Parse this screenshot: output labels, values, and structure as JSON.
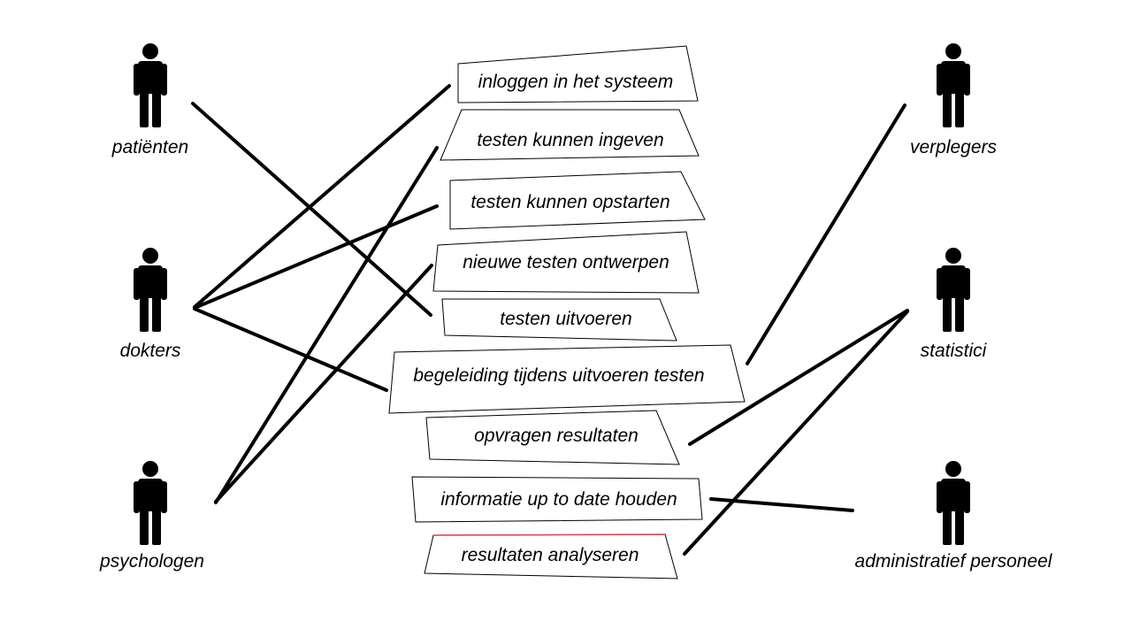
{
  "actors": [
    {
      "id": "patienten",
      "label": "patiënten"
    },
    {
      "id": "dokters",
      "label": "dokters"
    },
    {
      "id": "psychologen",
      "label": "psychologen"
    },
    {
      "id": "verplegers",
      "label": "verplegers"
    },
    {
      "id": "statistici",
      "label": "statistici"
    },
    {
      "id": "administratief",
      "label": "administratief personeel"
    }
  ],
  "use_cases": [
    {
      "id": "inloggen",
      "label": "inloggen in het systeem"
    },
    {
      "id": "ingeven",
      "label": "testen kunnen ingeven"
    },
    {
      "id": "opstarten",
      "label": "testen kunnen opstarten"
    },
    {
      "id": "ontwerpen",
      "label": "nieuwe testen ontwerpen"
    },
    {
      "id": "uitvoeren",
      "label": "testen uitvoeren"
    },
    {
      "id": "begeleiding",
      "label": "begeleiding tijdens uitvoeren testen"
    },
    {
      "id": "opvragen",
      "label": "opvragen resultaten"
    },
    {
      "id": "informatie",
      "label": "informatie up to date houden"
    },
    {
      "id": "analyseren",
      "label": "resultaten analyseren"
    }
  ],
  "connections": [
    {
      "from": "patienten",
      "to": "uitvoeren"
    },
    {
      "from": "dokters",
      "to": "inloggen"
    },
    {
      "from": "dokters",
      "to": "opstarten"
    },
    {
      "from": "dokters",
      "to": "begeleiding"
    },
    {
      "from": "psychologen",
      "to": "ingeven"
    },
    {
      "from": "psychologen",
      "to": "ontwerpen"
    },
    {
      "from": "verplegers",
      "to": "begeleiding"
    },
    {
      "from": "statistici",
      "to": "opvragen"
    },
    {
      "from": "statistici",
      "to": "analyseren"
    },
    {
      "from": "administratief",
      "to": "informatie"
    }
  ],
  "colors": {
    "line": "#000000",
    "box_border": "#000000",
    "highlight_edge": "#e0404a"
  }
}
